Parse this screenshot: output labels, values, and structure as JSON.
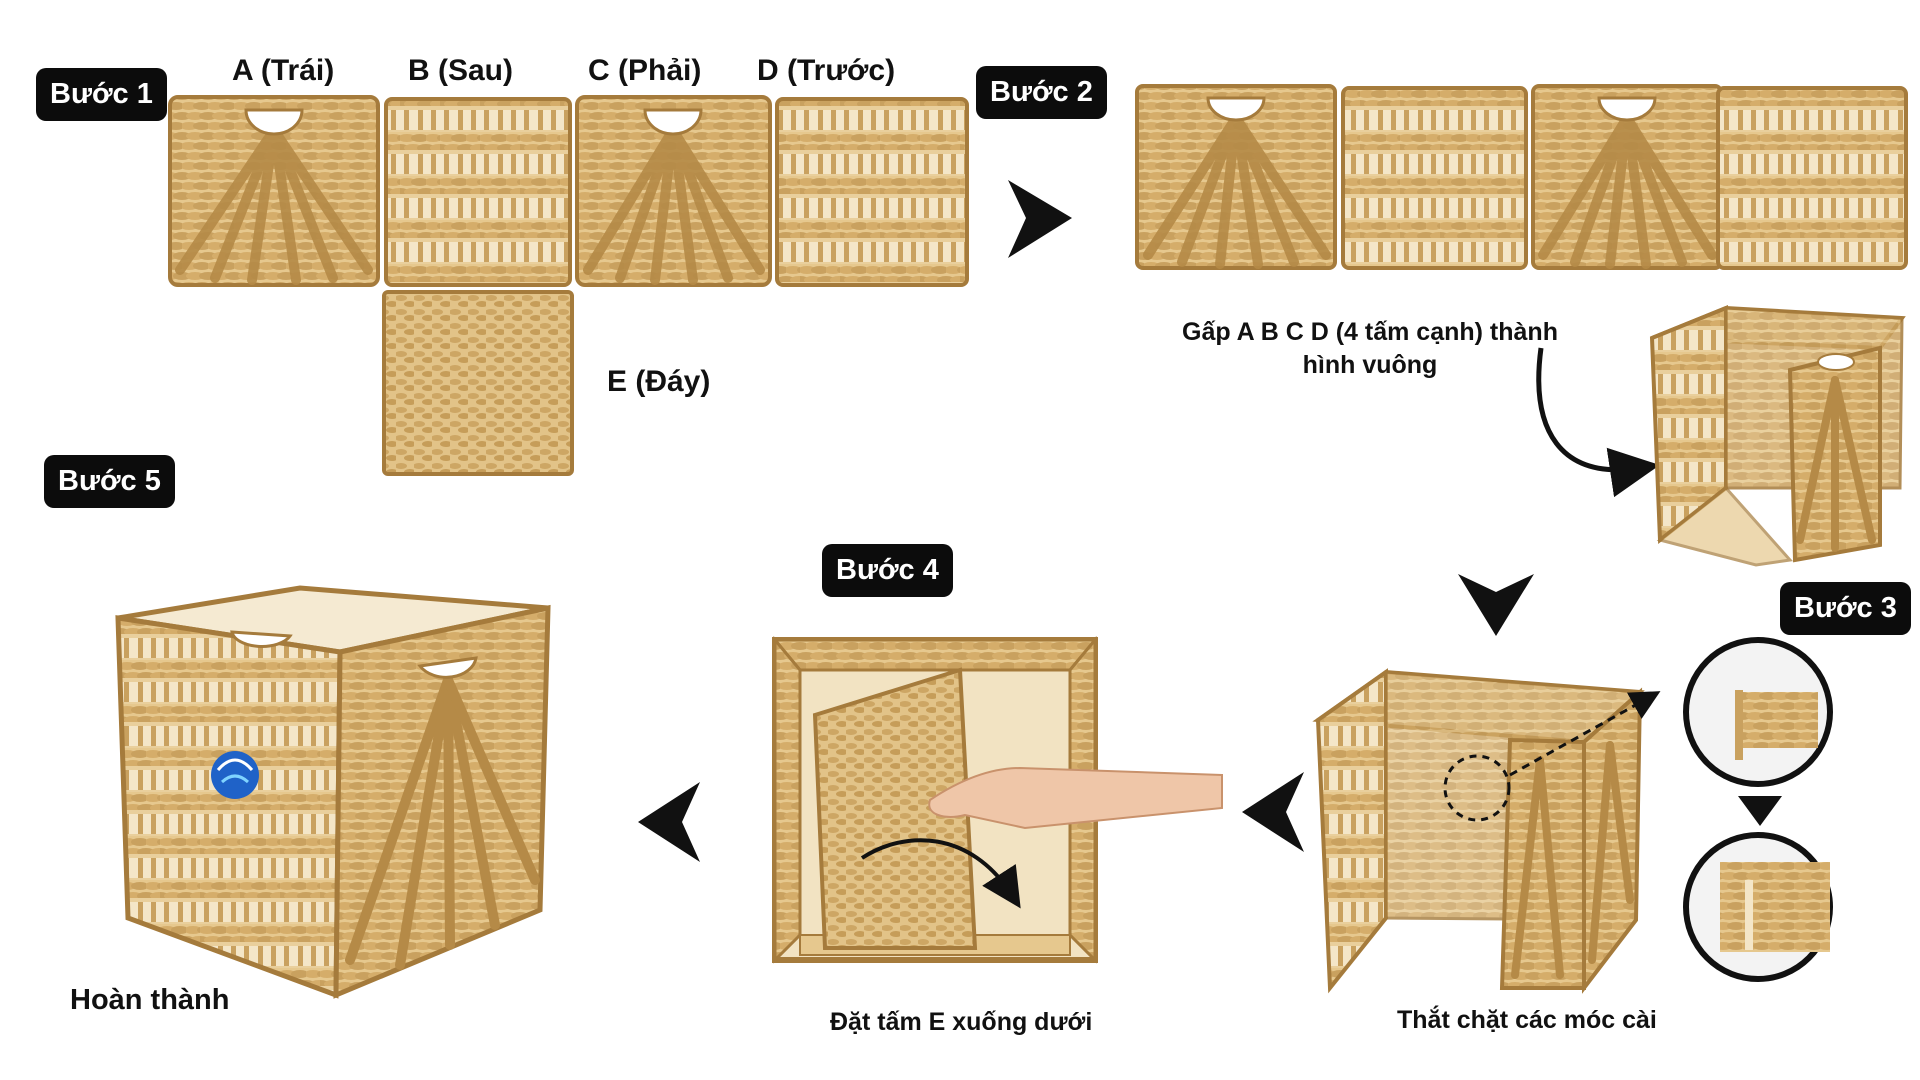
{
  "steps": {
    "step1": "Bước 1",
    "step2": "Bước 2",
    "step3": "Bước 3",
    "step4": "Bước 4",
    "step5": "Bước 5"
  },
  "panels": {
    "a": "A (Trái)",
    "b": "B (Sau)",
    "c": "C (Phải)",
    "d": "D (Trước)",
    "e": "E (Đáy)"
  },
  "captions": {
    "fold_line1": "Gấp A B C D (4 tấm cạnh) thành",
    "fold_line2": "hình vuông",
    "tighten": "Thắt chặt các móc cài",
    "place_bottom": "Đặt tấm E xuống dưới",
    "done": "Hoàn thành"
  },
  "colors": {
    "wicker_light": "#e3c48c",
    "wicker_mid": "#c9a15f",
    "wicker_dark": "#8f6a33",
    "badge": "#0c0c0c",
    "arrow": "#111111"
  }
}
